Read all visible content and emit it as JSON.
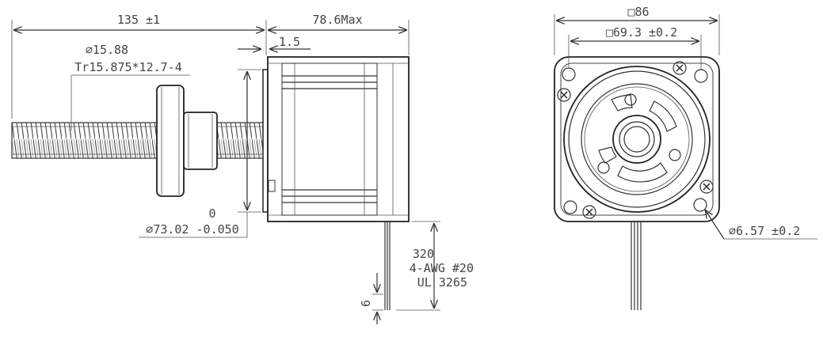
{
  "side_view": {
    "overall_length": "135 ±1",
    "body_length": "78.6Max",
    "flange_offset": "1.5",
    "screw_diameter": "∅15.88",
    "thread_spec": "Tr15.875*12.7-4",
    "pilot_tolerance_upper": "0",
    "pilot_diameter": "∅73.02 -0.050",
    "lead_length": "320",
    "wire_spec": "4-AWG #20",
    "wire_standard": "UL 3265",
    "strip_length": "6"
  },
  "front_view": {
    "frame_size": "□86",
    "hole_spacing": "□69.3 ±0.2",
    "hole_diameter": "∅6.57 ±0.2"
  }
}
